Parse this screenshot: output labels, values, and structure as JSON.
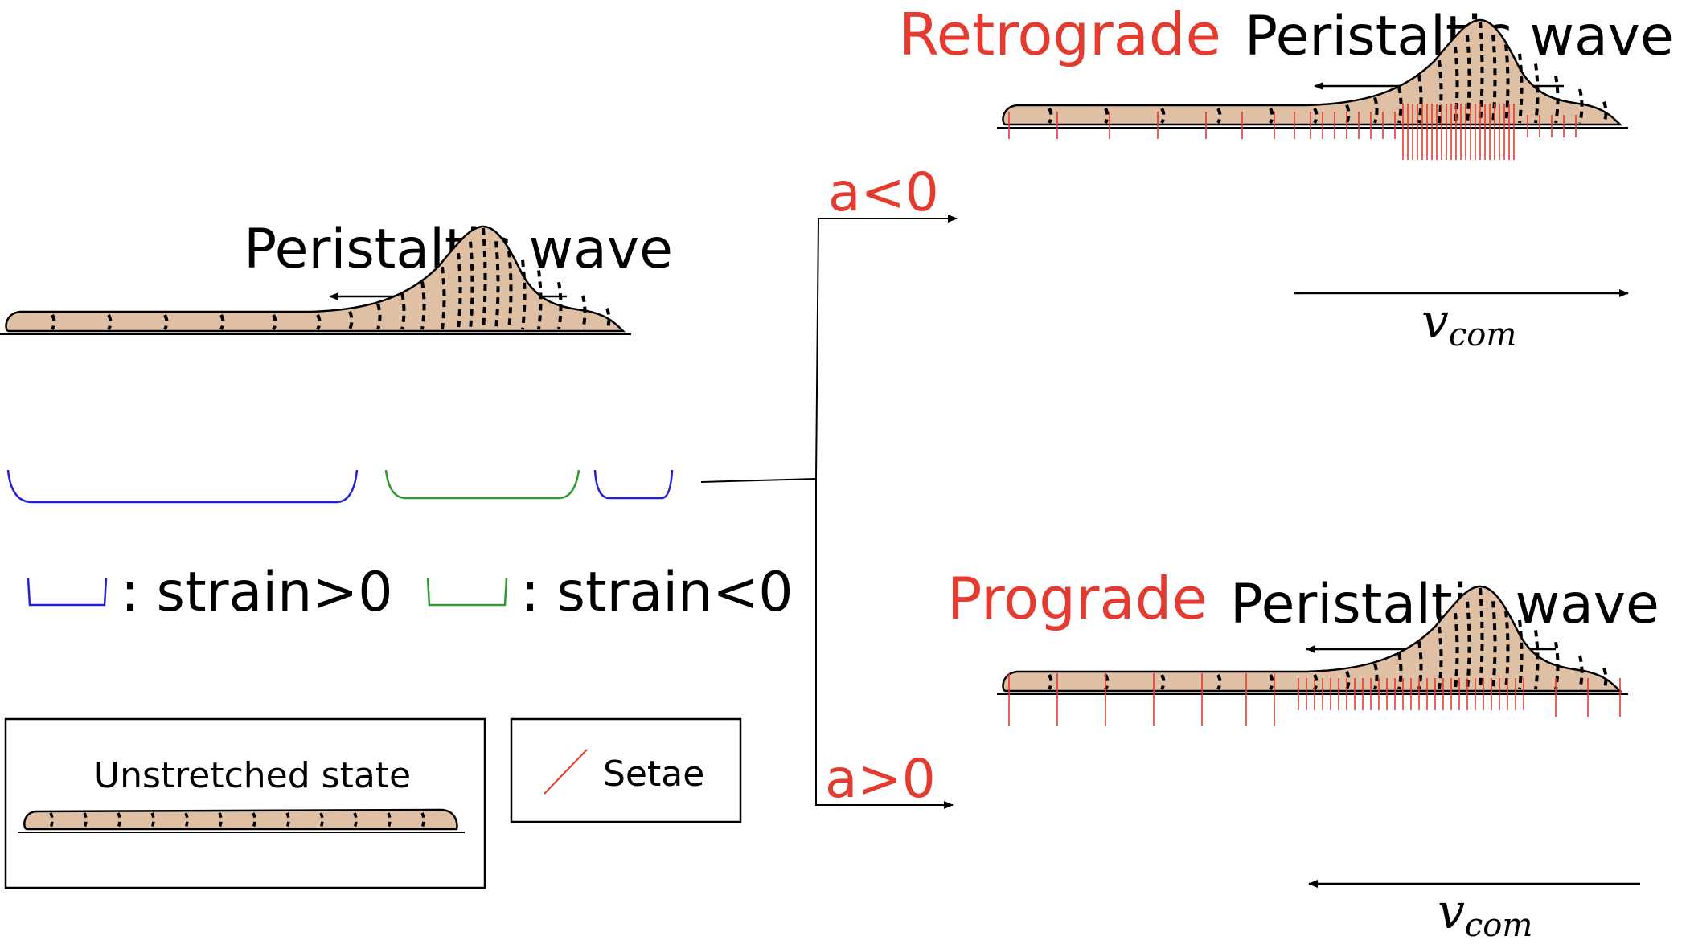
{
  "main": {
    "title": "Peristaltic wave"
  },
  "legend": {
    "strain_pos": ": strain>0",
    "strain_neg": ": strain<0",
    "unstretched": "Unstretched state",
    "setae": "Setae"
  },
  "branches": {
    "upper_condition": "a<0",
    "lower_condition": "a>0"
  },
  "retrograde": {
    "label": "Retrograde",
    "title": "Peristaltic wave",
    "velocity_symbol": "v",
    "velocity_sub": "com"
  },
  "prograde": {
    "label": "Prograde",
    "title": "Peristaltic wave",
    "velocity_symbol": "v",
    "velocity_sub": "com"
  },
  "colors": {
    "body_fill": "#dfc0a5",
    "setae": "#e53a2f",
    "strain_positive": "#2323d6",
    "strain_negative": "#2f9a2f",
    "label_red": "#e53a2f"
  }
}
